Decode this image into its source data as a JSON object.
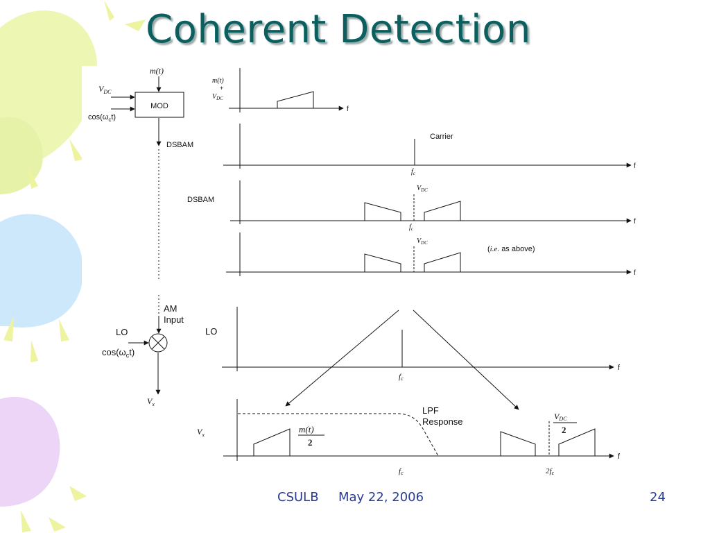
{
  "slide": {
    "title": "Coherent Detection",
    "footer_source": "CSULB",
    "footer_date": "May 22, 2006",
    "page_number": "24",
    "colors": {
      "title": "#0b5f5f",
      "footer": "#2a3c90",
      "line": "#111111",
      "balloon_yellow": "#eef6b4",
      "balloon_blue": "#cde8fb",
      "balloon_purple": "#ecd5f6"
    }
  },
  "block_diagram": {
    "mod_block": "MOD",
    "mod_input_top": "m(t)",
    "mod_input_left": "V",
    "mod_input_left_sub": "DC",
    "carrier_input": "cos(ω",
    "carrier_input_sub": "c",
    "carrier_input_end": "t)",
    "mod_output": "DSBAM",
    "am_input": [
      "AM",
      "Input"
    ],
    "lo_label": "LO",
    "lo_input": "cos(ω",
    "lo_input_sub": "c",
    "lo_input_end": "t)",
    "mixer_symbol": "⊗",
    "mixer_output": "V",
    "mixer_output_sub": "x"
  },
  "spectra": {
    "axis_label": "f",
    "m_plus_vdc": [
      "m(t)",
      "+",
      "V"
    ],
    "m_plus_vdc_sub": "DC",
    "carrier_label": "Carrier",
    "fc": "f",
    "fc_sub": "c",
    "dsbam_label": "DSBAM",
    "vdc": "V",
    "vdc_sub": "DC",
    "ie_note": [
      "i.e.",
      "as above)"
    ],
    "lo_label": "LO",
    "vx_label": "V",
    "vx_sub": "x",
    "lpf_response": [
      "LPF",
      "Response"
    ],
    "mt_over_2_num": "m(t)",
    "mt_over_2_den": "2",
    "vdc_over_2_num": "V",
    "vdc_over_2_sub": "DC",
    "vdc_over_2_den": "2",
    "two_fc": "2f",
    "two_fc_sub": "c"
  }
}
